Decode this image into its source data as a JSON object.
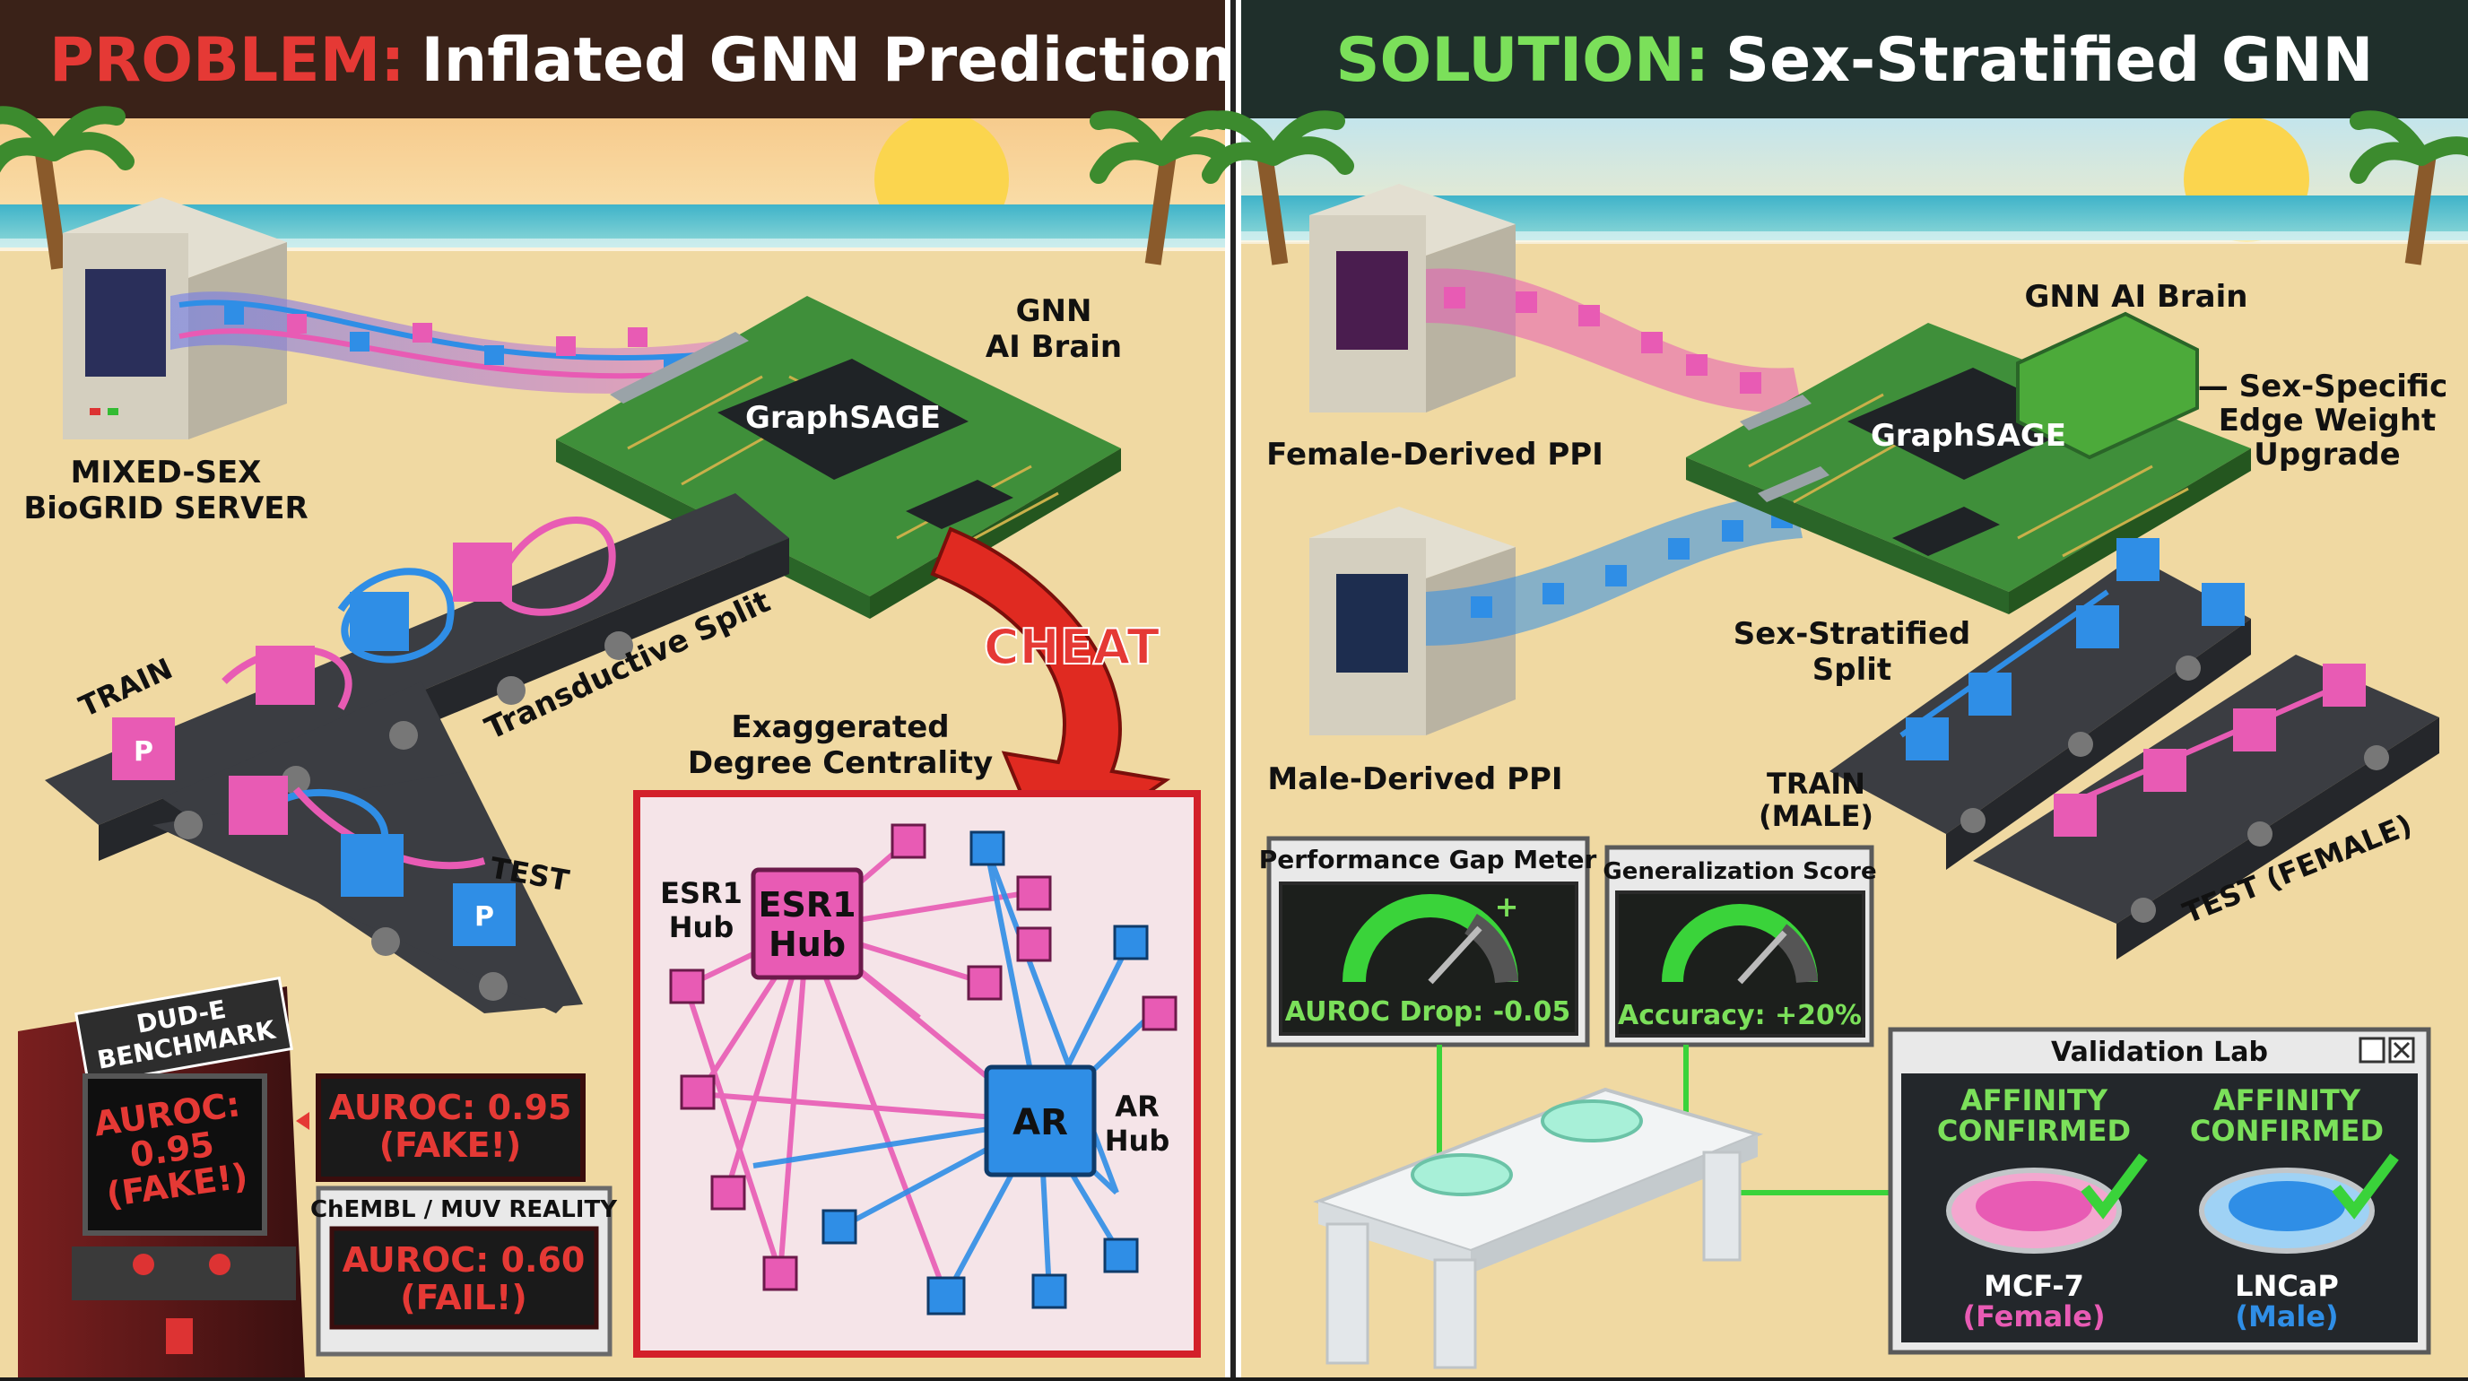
{
  "left_panel": {
    "title_prefix": "PROBLEM:",
    "title_rest": "Inflated GNN Predictions",
    "server_label_1": "MIXED-SEX",
    "server_label_2": "BioGRID SERVER",
    "brain_label_1": "GNN",
    "brain_label_2": "AI Brain",
    "chip_label": "GraphSAGE",
    "split_label": "Transductive Split",
    "train_label": "TRAIN",
    "test_label": "TEST",
    "cheat_label": "CHEAT",
    "centrality_label_1": "Exaggerated",
    "centrality_label_2": "Degree Centrality",
    "esr1_side_1": "ESR1",
    "esr1_side_2": "Hub",
    "esr1_box_1": "ESR1",
    "esr1_box_2": "Hub",
    "ar_box": "AR",
    "ar_side_1": "AR",
    "ar_side_2": "Hub",
    "node_letter": "P",
    "arcade_title_1": "DUD-E",
    "arcade_title_2": "BENCHMARK",
    "arcade_screen_1": "AUROC:",
    "arcade_screen_2": "0.95",
    "arcade_screen_3": "(FAKE!)",
    "fake_box_1": "AUROC: 0.95",
    "fake_box_2": "(FAKE!)",
    "reality_header": "ChEMBL / MUV REALITY",
    "reality_1": "AUROC: 0.60",
    "reality_2": "(FAIL!)"
  },
  "right_panel": {
    "title_prefix": "SOLUTION:",
    "title_rest": "Sex-Stratified GNN",
    "female_ppi": "Female-Derived PPI",
    "male_ppi": "Male-Derived PPI",
    "brain_label": "GNN AI Brain",
    "chip_label": "GraphSAGE",
    "upgrade_1": "— Sex-Specific",
    "upgrade_2": "Edge Weight",
    "upgrade_3": "Upgrade",
    "split_1": "Sex-Stratified",
    "split_2": "Split",
    "train_1": "TRAIN",
    "train_2": "(MALE)",
    "test_label": "TEST (FEMALE)",
    "gap_title": "Performance Gap Meter",
    "gap_value": "AUROC Drop: -0.05",
    "gap_plus": "+",
    "gen_title": "Generalization Score",
    "gen_value": "Accuracy: +20%",
    "lab_title": "Validation Lab",
    "aff_left_1": "AFFINITY",
    "aff_left_2": "CONFIRMED",
    "aff_right_1": "AFFINITY",
    "aff_right_2": "CONFIRMED",
    "cell_left_1": "MCF-7",
    "cell_left_2": "(Female)",
    "cell_right_1": "LNCaP",
    "cell_right_2": "(Male)"
  },
  "colors": {
    "pink": "#e85bb4",
    "blue": "#2f8ee6",
    "red_title": "#e53935",
    "green_title": "#7be05a",
    "sand": "#f0d9a2",
    "board": "#3f8f3a",
    "dark": "#2c2f33"
  }
}
